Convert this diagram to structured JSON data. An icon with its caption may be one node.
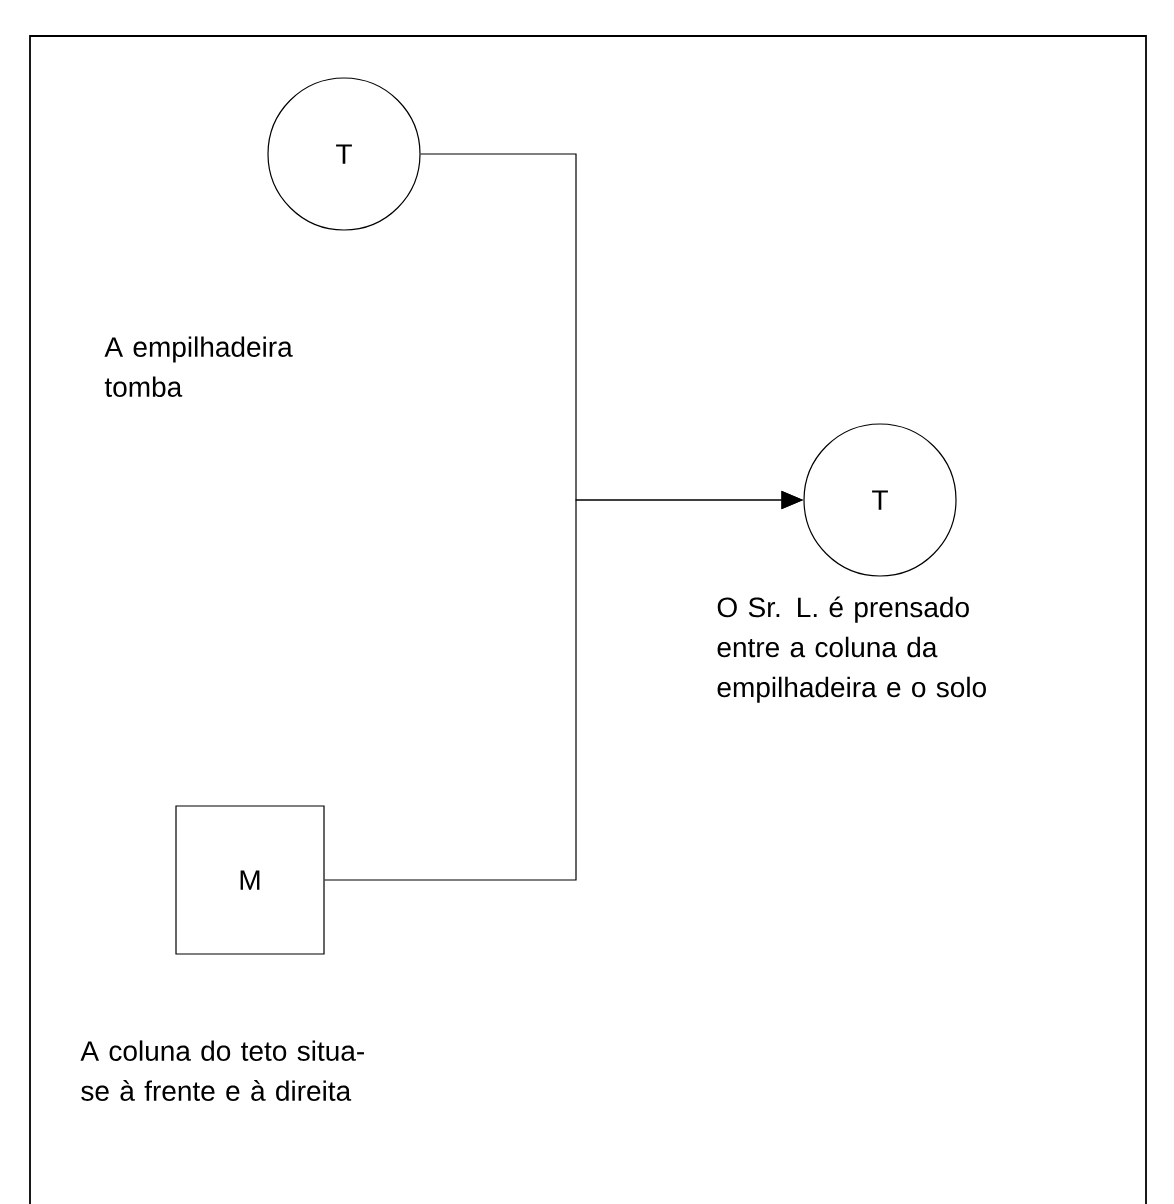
{
  "diagram": {
    "nodes": [
      {
        "text": [
          "T"
        ],
        "beside": [
          "A empilhadeira tomba"
        ]
      },
      {
        "text": [
          "M"
        ],
        "beside": [
          "A coluna do teto situa-se à frente e à direita"
        ]
      },
      {
        "text": [
          "T"
        ],
        "beside": [
          "O Sr. L. é prensado entre a coluna da empilhadeira e o solo"
        ]
      }
    ],
    "edges": [
      {
        "from": 0,
        "to": 2,
        "arrow": "to"
      },
      {
        "from": 1,
        "to": 2,
        "arrow": "to"
      }
    ]
  }
}
